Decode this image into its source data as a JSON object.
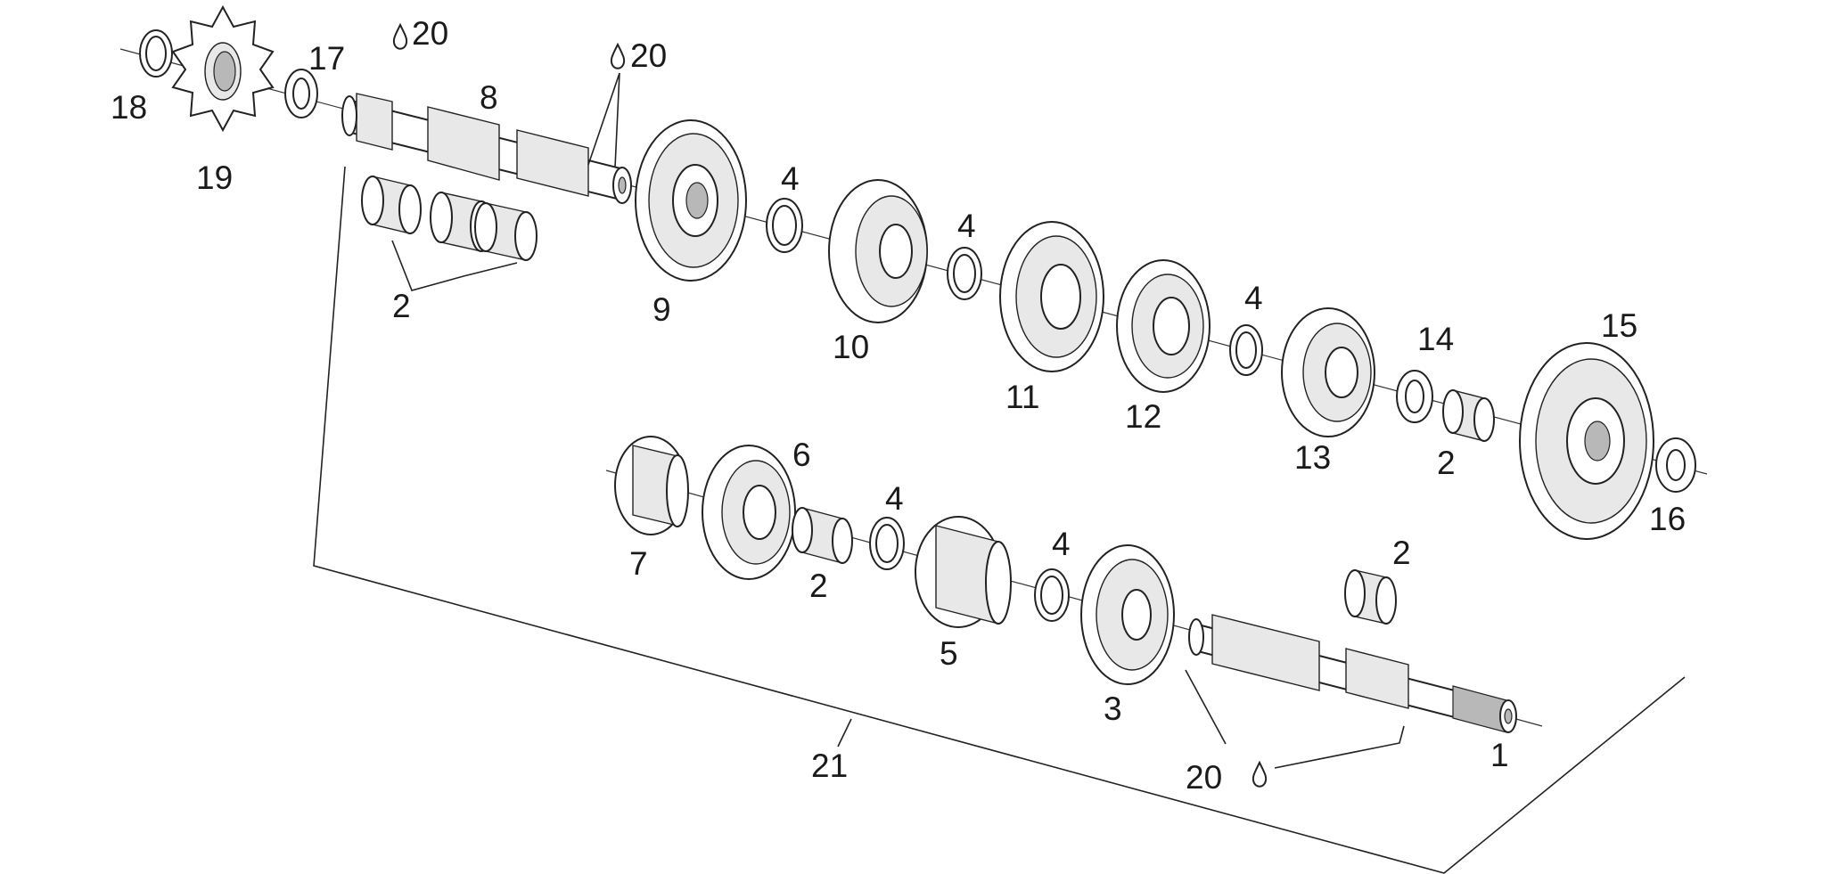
{
  "callouts": {
    "c18": "18",
    "c19": "19",
    "c17": "17",
    "c20a": "20",
    "c20b": "20",
    "c20c": "20",
    "c8": "8",
    "c2a": "2",
    "c2b": "2",
    "c2c": "2",
    "c2d": "2",
    "c9": "9",
    "c4a": "4",
    "c4b": "4",
    "c4c": "4",
    "c4d": "4",
    "c4e": "4",
    "c10": "10",
    "c11": "11",
    "c12": "12",
    "c13": "13",
    "c14": "14",
    "c15": "15",
    "c16": "16",
    "c7": "7",
    "c6": "6",
    "c5": "5",
    "c3": "3",
    "c1": "1",
    "c21": "21"
  },
  "icons": {
    "lubricant": "oil-drop-icon"
  }
}
